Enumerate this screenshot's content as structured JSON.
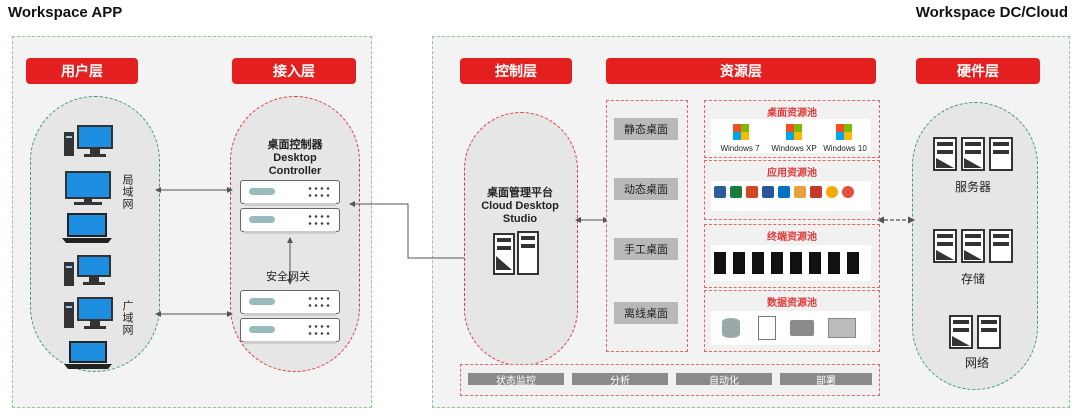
{
  "left_title": "Workspace APP",
  "right_title": "Workspace DC/Cloud",
  "layers": {
    "user": "用户层",
    "access": "接入层",
    "control": "控制层",
    "resource": "资源层",
    "hardware": "硬件层"
  },
  "user_layer": {
    "lan_label": "局域网",
    "wan_label": "广域网"
  },
  "access_layer": {
    "controller_cn": "桌面控制器",
    "controller_en1": "Desktop",
    "controller_en2": "Controller",
    "gateway": "安全网关"
  },
  "control_layer": {
    "platform_cn": "桌面管理平台",
    "platform_en1": "Cloud Desktop",
    "platform_en2": "Studio"
  },
  "desktop_types": [
    "静态桌面",
    "动态桌面",
    "手工桌面",
    "离线桌面"
  ],
  "pools": {
    "desktop": {
      "title": "桌面资源池",
      "os": [
        "Windows 7",
        "Windows XP",
        "Windows 10"
      ]
    },
    "app": {
      "title": "应用资源池"
    },
    "terminal": {
      "title": "终端资源池"
    },
    "data": {
      "title": "数据资源池"
    }
  },
  "bottom_bar": [
    "状态监控",
    "分析",
    "自动化",
    "部署"
  ],
  "hardware_layer": [
    "服务器",
    "存储",
    "网络"
  ],
  "colors": {
    "accent_red": "#e41f1f",
    "group_border": "#8fc98f",
    "pill_border": "#3a9a8a"
  }
}
